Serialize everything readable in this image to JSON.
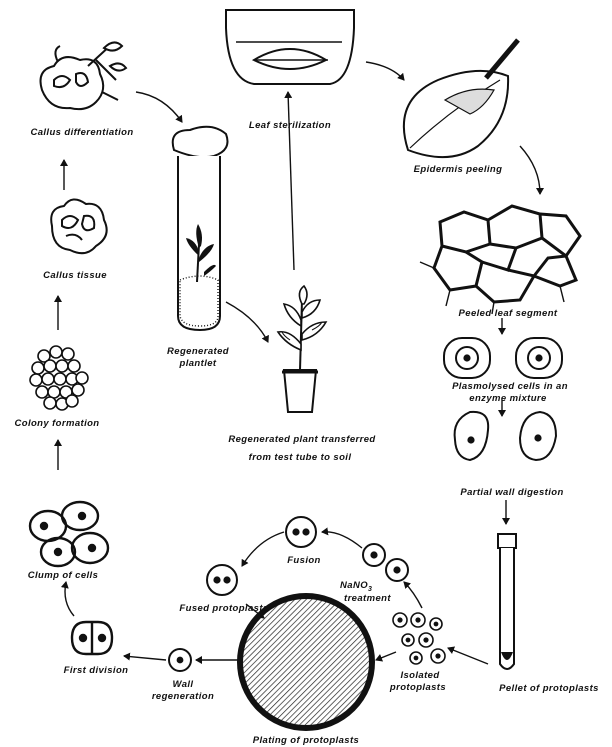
{
  "diagram": {
    "labels": {
      "leaf_sterilization": "Leaf sterilization",
      "epidermis_peeling": "Epidermis peeling",
      "peeled_leaf_segment": "Peeled leaf segment",
      "plasmolysed_1": "Plasmolysed cells in an",
      "plasmolysed_2": "enzyme mixture",
      "partial_wall_digestion": "Partial wall digestion",
      "pellet_of_protoplasts": "Pellet of protoplasts",
      "isolated_protoplasts_1": "Isolated",
      "isolated_protoplasts_2": "protoplasts",
      "nano3_1": "NaNO",
      "nano3_sub": "3",
      "nano3_2": "treatment",
      "fusion": "Fusion",
      "fused_protoplasts": "Fused protoplasts",
      "plating": "Plating of protoplasts",
      "wall_regeneration_1": "Wall",
      "wall_regeneration_2": "regeneration",
      "first_division": "First division",
      "clump_of_cells": "Clump of cells",
      "colony_formation": "Colony formation",
      "callus_tissue": "Callus tissue",
      "callus_differentiation": "Callus differentiation",
      "regenerated_plantlet_1": "Regenerated",
      "regenerated_plantlet_2": "plantlet",
      "regenerated_plant_1": "Regenerated plant transferred",
      "regenerated_plant_2": "from test tube to soil"
    }
  }
}
